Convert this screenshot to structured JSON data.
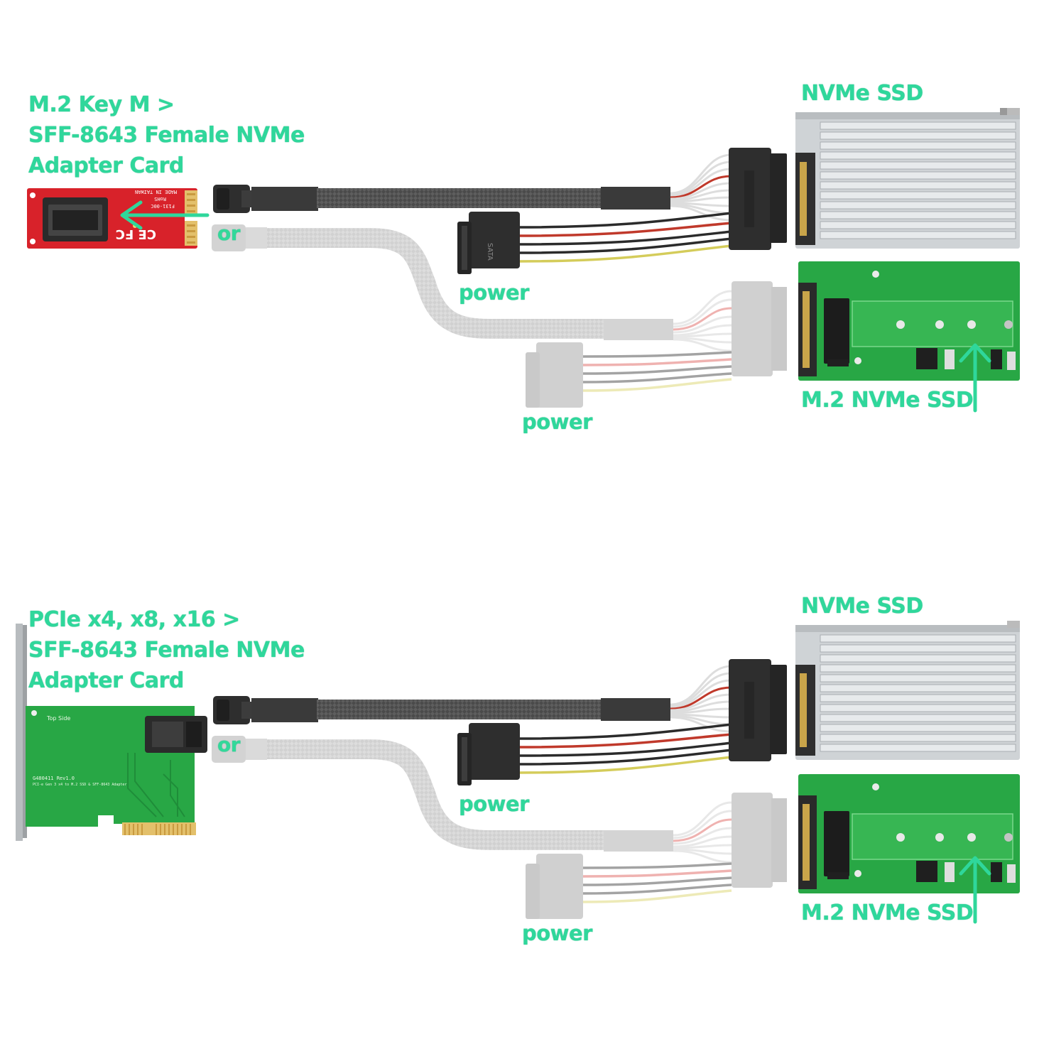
{
  "top": {
    "title_lines": [
      "M.2 Key M >",
      "SFF-8643 Female NVMe",
      "Adapter Card"
    ],
    "or_label": "or",
    "power_label_1": "power",
    "power_label_2": "power",
    "nvme_ssd_label": "NVMe SSD",
    "m2_ssd_label": "M.2 NVMe SSD",
    "card_text": [
      "MADE IN TAIWAN",
      "RoHS",
      "F131-00C"
    ]
  },
  "bottom": {
    "title_lines": [
      "PCIe x4, x8, x16 >",
      "SFF-8643 Female NVMe",
      "Adapter Card"
    ],
    "or_label": "or",
    "power_label_1": "power",
    "power_label_2": "power",
    "nvme_ssd_label": "NVMe SSD",
    "m2_ssd_label": "M.2 NVMe SSD",
    "card_text": [
      "Top Side",
      "G480411 Rev1.0",
      "PCI-e Gen 3 x4 to M.2 SSD & SFF-8643 Adapter"
    ]
  },
  "colors": {
    "accent": "#2fd79b",
    "red_card": "#d8222a",
    "green_pcb": "#28a745",
    "cable_dark": "#3a3a3a",
    "cable_ghost": "#c8c8c8",
    "heatsink": "#cfd3d6"
  }
}
